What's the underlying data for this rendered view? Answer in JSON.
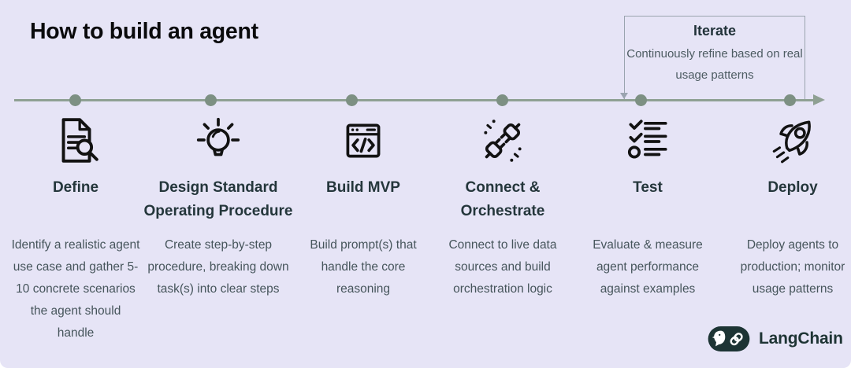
{
  "page": {
    "title": "How to build an agent",
    "background_color": "#E6E4F6",
    "timeline_color": "#8FA093",
    "dot_color": "#7D9083",
    "step_title_color": "#24363B",
    "description_color": "#46555B"
  },
  "iterate": {
    "title": "Iterate",
    "description": "Continuously refine based on real usage patterns"
  },
  "steps": [
    {
      "title": "Define",
      "icon": "document-search-icon",
      "description": "Identify a realistic agent use case and gather 5-10 concrete scenarios the agent should handle"
    },
    {
      "title": "Design Standard Operating Procedure",
      "icon": "lightbulb-icon",
      "description": "Create step-by-step procedure, breaking down task(s) into clear steps"
    },
    {
      "title": "Build MVP",
      "icon": "code-window-icon",
      "description": "Build prompt(s) that handle the core reasoning"
    },
    {
      "title": "Connect & Orchestrate",
      "icon": "plug-connection-icon",
      "description": "Connect to live data sources and build orchestration logic"
    },
    {
      "title": "Test",
      "icon": "checklist-icon",
      "description": "Evaluate & measure agent performance against examples"
    },
    {
      "title": "Deploy",
      "icon": "rocket-icon",
      "description": "Deploy agents to production; monitor usage patterns"
    }
  ],
  "brand": {
    "name": "LangChain",
    "badge_color": "#1D3434"
  }
}
